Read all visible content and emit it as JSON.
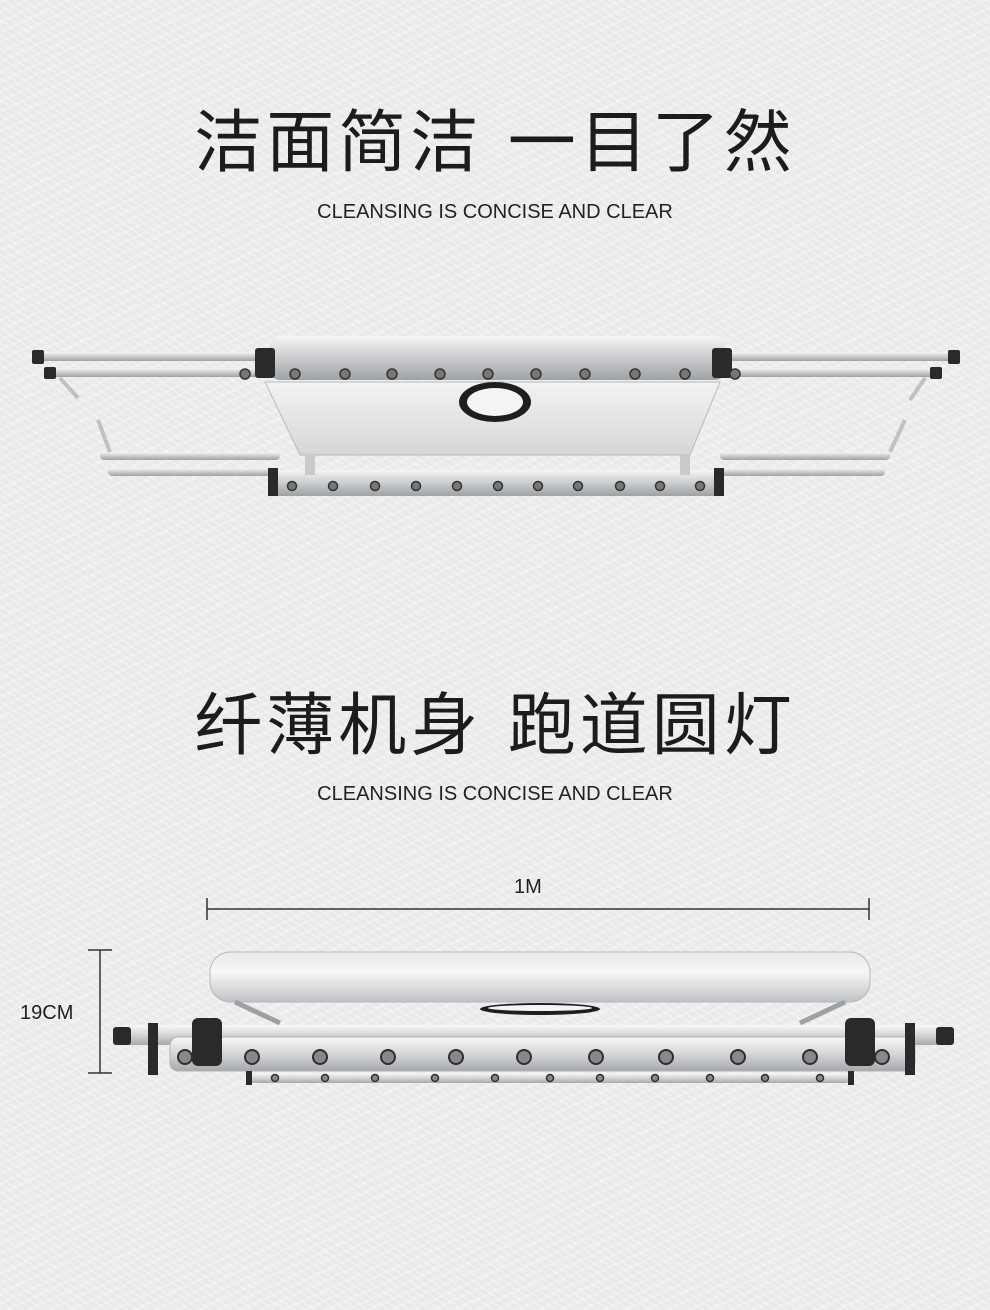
{
  "section1": {
    "headline": "洁面简洁 一目了然",
    "subline": "CLEANSING IS CONCISE AND CLEAR"
  },
  "section2": {
    "headline": "纤薄机身 跑道圆灯",
    "subline": "CLEANSING IS CONCISE AND CLEAR",
    "width_label": "1M",
    "height_label": "19CM"
  },
  "colors": {
    "background": "#efefef",
    "text": "#1c1c1c",
    "aluminium": "#d8dadc",
    "end_cap": "#2a2a2a"
  }
}
